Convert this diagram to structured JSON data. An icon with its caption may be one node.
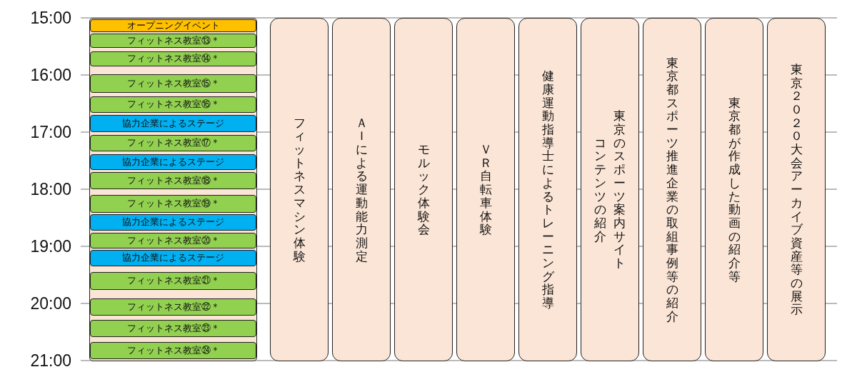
{
  "diagram": {
    "nodes": [
      {
        "text": [],
        "shape": "box"
      },
      {
        "text": [
          "オープニングイベント"
        ],
        "in": 0
      },
      {
        "text": [
          "フィットネス教室⑬＊"
        ],
        "in": 0
      },
      {
        "text": [
          "フィットネス教室⑭＊"
        ],
        "in": 0
      },
      {
        "text": [
          "フィットネス教室⑮＊"
        ],
        "in": 0
      },
      {
        "text": [
          "フィットネス教室⑯＊"
        ],
        "in": 0
      },
      {
        "text": [
          "協力企業によるステージ"
        ],
        "in": 0
      },
      {
        "text": [
          "フィットネス教室⑰＊"
        ],
        "in": 0
      },
      {
        "text": [
          "協力企業によるステージ"
        ],
        "in": 0
      },
      {
        "text": [
          "フィットネス教室⑱＊"
        ],
        "in": 0
      },
      {
        "text": [
          "フィットネス教室⑲＊"
        ],
        "in": 0
      },
      {
        "text": [
          "協力企業によるステージ"
        ],
        "in": 0
      },
      {
        "text": [
          "フィットネス教室⑳＊"
        ],
        "in": 0
      },
      {
        "text": [
          "協力企業によるステージ"
        ],
        "in": 0
      },
      {
        "text": [
          "フィットネス教室㉑＊"
        ],
        "in": 0
      },
      {
        "text": [
          "フィットネス教室㉒＊"
        ],
        "in": 0
      },
      {
        "text": [
          "フィットネス教室㉓＊"
        ],
        "in": 0
      },
      {
        "text": [
          "フィットネス教室㉔＊"
        ],
        "in": 0
      },
      {
        "text": [
          "フィットネスマシン体験"
        ]
      },
      {
        "text": [
          "ＡＩによる運動能力測定"
        ]
      },
      {
        "text": [
          "モルック体験会"
        ]
      },
      {
        "text": [
          "ＶＲ自転車体験"
        ]
      },
      {
        "text": [
          "健康運動指導士によるトレーニング指導"
        ]
      },
      {
        "text": [
          "コンテンツの紹介",
          "東京のスポーツ案内サイト"
        ]
      },
      {
        "text": [
          "東京都スポーツ推進企業の取組事例等の紹介"
        ]
      },
      {
        "text": [
          "東京都が作成した動画の紹介等"
        ]
      },
      {
        "text": [
          "東京２０２０大会アーカイブ資産等の展示"
        ]
      }
    ],
    "edges": [],
    "labels": [
      "15:00",
      "16:00",
      "17:00",
      "18:00",
      "19:00",
      "20:00",
      "21:00"
    ]
  }
}
